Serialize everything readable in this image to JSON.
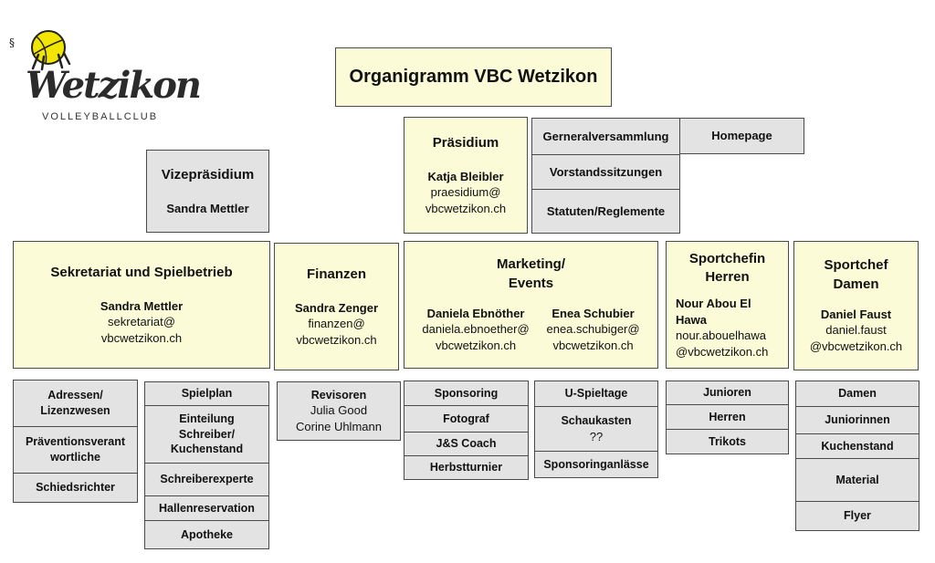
{
  "logo": {
    "mark": "§",
    "wordmark": "Wetzikon",
    "subtitle": "VOLLEYBALLCLUB",
    "colors": {
      "ball": "#f2e600",
      "ink": "#2b2b2b"
    }
  },
  "colors": {
    "primary_fill": "#fbfbd8",
    "secondary_fill": "#e3e3e3",
    "border": "#4a4a4a"
  },
  "title": "Organigramm VBC Wetzikon",
  "praesidium": {
    "title": "Präsidium",
    "name": "Katja Bleibler",
    "email1": "praesidium@",
    "email2": "vbcwetzikon.ch"
  },
  "meetings": [
    "Gerneralversammlung",
    "Vorstandssitzungen",
    "Statuten/Reglemente"
  ],
  "homepage": "Homepage",
  "vize": {
    "title": "Vizepräsidium",
    "name": "Sandra Mettler"
  },
  "sekretariat": {
    "title": "Sekretariat und Spielbetrieb",
    "name": "Sandra Mettler",
    "email1": "sekretariat@",
    "email2": "vbcwetzikon.ch"
  },
  "finanzen": {
    "title": "Finanzen",
    "name": "Sandra Zenger",
    "email1": "finanzen@",
    "email2": "vbcwetzikon.ch"
  },
  "marketing": {
    "title1": "Marketing/",
    "title2": "Events",
    "p1_name": "Daniela Ebnöther",
    "p1_email1": "daniela.ebnoether@",
    "p1_email2": "vbcwetzikon.ch",
    "p2_name": "Enea Schubier",
    "p2_email1": "enea.schubiger@",
    "p2_email2": "vbcwetzikon.ch"
  },
  "sportchef_herren": {
    "title1": "Sportchefin",
    "title2": "Herren",
    "name1": "Nour Abou El",
    "name2": "Hawa",
    "email1": "nour.abouelhawa",
    "email2": "@vbcwetzikon.ch"
  },
  "sportchef_damen": {
    "title1": "Sportchef",
    "title2": "Damen",
    "name": "Daniel Faust",
    "email1": "daniel.faust",
    "email2": "@vbcwetzikon.ch"
  },
  "sub": {
    "sek_left": [
      "Adressen/ Lizenzwesen",
      "Präventionsverant wortliche",
      "Schiedsrichter"
    ],
    "sek_right": [
      "Spielplan",
      "Einteilung Schreiber/ Kuchenstand",
      "Schreiberexperte",
      "Hallenreservation",
      "Apotheke"
    ],
    "revisoren": {
      "title": "Revisoren",
      "p1": "Julia Good",
      "p2": "Corine Uhlmann"
    },
    "marketing_left": [
      "Sponsoring",
      "Fotograf",
      "J&S Coach",
      "Herbstturnier"
    ],
    "marketing_right": {
      "u_spieltage": "U-Spieltage",
      "schaukasten": "Schaukasten",
      "schaukasten_note": "??",
      "sponsoringanlaesse": "Sponsoringanlässe"
    },
    "herren": [
      "Junioren",
      "Herren",
      "Trikots"
    ],
    "damen": [
      "Damen",
      "Juniorinnen",
      "Kuchenstand",
      "Material",
      "Flyer"
    ]
  }
}
